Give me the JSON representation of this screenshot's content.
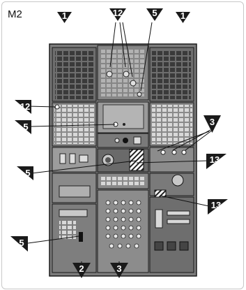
{
  "title": "M2",
  "callouts": [
    {
      "id": "c-1-left",
      "label": "1"
    },
    {
      "id": "c-12-top",
      "label": "12"
    },
    {
      "id": "c-5-top",
      "label": "5"
    },
    {
      "id": "c-1-right",
      "label": "1"
    },
    {
      "id": "c-12-left",
      "label": "12"
    },
    {
      "id": "c-5-mid",
      "label": "5"
    },
    {
      "id": "c-3-right",
      "label": "3"
    },
    {
      "id": "c-13-right",
      "label": "13"
    },
    {
      "id": "c-5-lower",
      "label": "5"
    },
    {
      "id": "c-13-lower",
      "label": "13"
    },
    {
      "id": "c-5-bottom",
      "label": "5"
    },
    {
      "id": "c-2-bottom",
      "label": "2"
    },
    {
      "id": "c-3-bottom",
      "label": "3"
    }
  ],
  "colors": {
    "panel": "#787878",
    "panel_dark": "#5a5a5a",
    "line": "#1a1a1a",
    "key": "#d0d0d0",
    "marker": "#1a1a1a"
  }
}
